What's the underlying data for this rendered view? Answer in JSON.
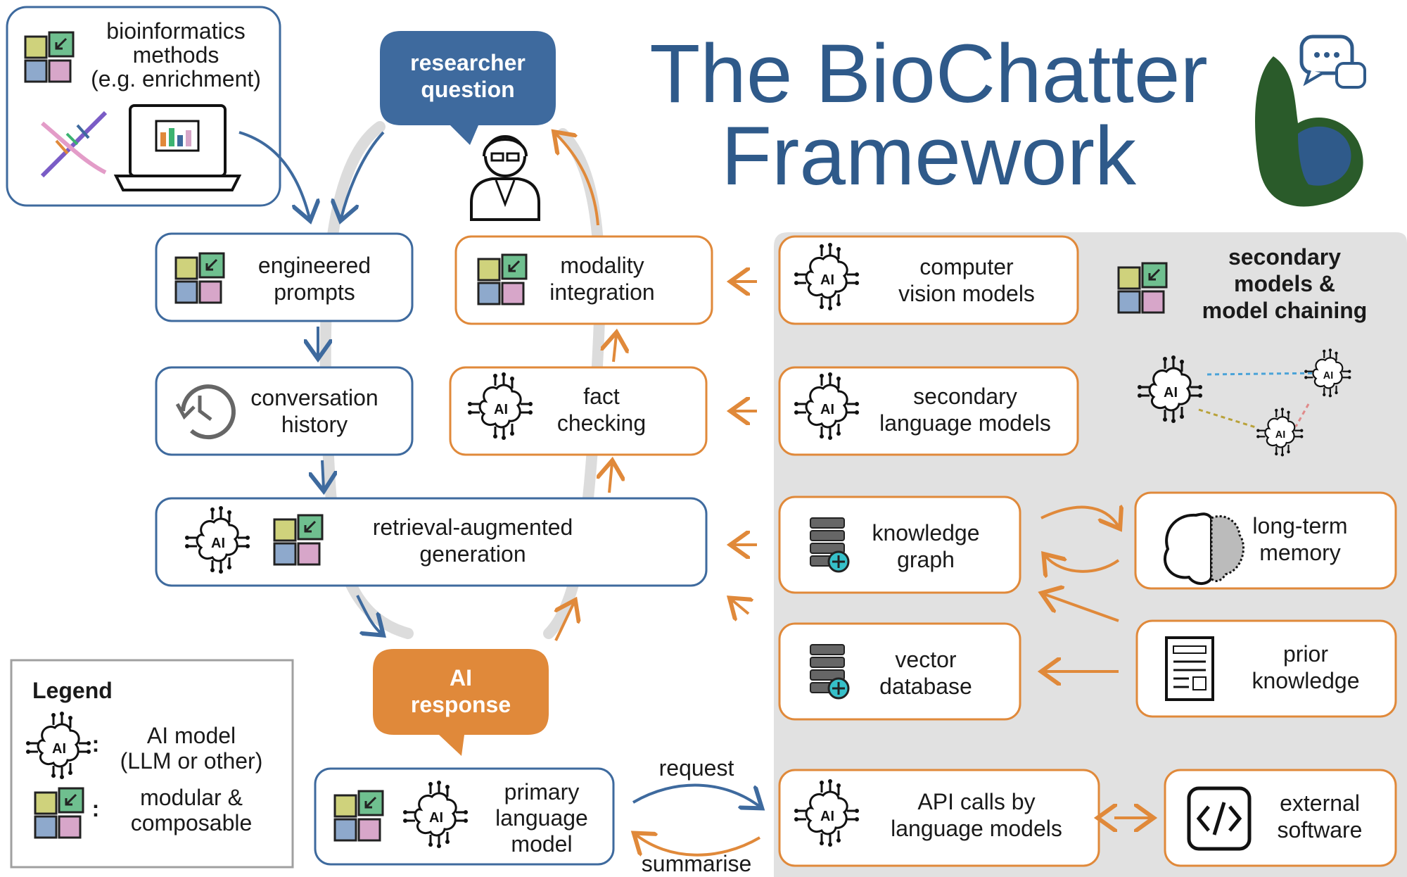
{
  "title": {
    "line1": "The BioChatter",
    "line2": "Framework"
  },
  "bubbles": {
    "researcher_question": [
      "researcher",
      "question"
    ],
    "ai_response": [
      "AI",
      "response"
    ]
  },
  "boxes": {
    "bioinformatics": [
      "bioinformatics",
      "methods",
      "(e.g. enrichment)"
    ],
    "engineered_prompts": [
      "engineered",
      "prompts"
    ],
    "conversation_history": [
      "conversation",
      "history"
    ],
    "rag": [
      "retrieval-augmented",
      "generation"
    ],
    "modality_integration": [
      "modality",
      "integration"
    ],
    "fact_checking": [
      "fact",
      "checking"
    ],
    "primary_lm": [
      "primary",
      "language",
      "model"
    ],
    "computer_vision": [
      "computer",
      "vision models"
    ],
    "secondary_lm": [
      "secondary",
      "language models"
    ],
    "knowledge_graph": [
      "knowledge",
      "graph"
    ],
    "vector_database": [
      "vector",
      "database"
    ],
    "long_term_memory": [
      "long-term",
      "memory"
    ],
    "prior_knowledge": [
      "prior",
      "knowledge"
    ],
    "api_calls": [
      "API calls by",
      "language models"
    ],
    "external_software": [
      "external",
      "software"
    ]
  },
  "secondary_header": [
    "secondary",
    "models &",
    "model chaining"
  ],
  "flow_labels": {
    "request": "request",
    "summarise": "summarise"
  },
  "legend": {
    "title": "Legend",
    "ai_model": [
      "AI model",
      "(LLM or other)"
    ],
    "modular": [
      "modular &",
      "composable"
    ],
    "colon": ":"
  },
  "icon_text": {
    "ai_chip": "AI"
  },
  "colors": {
    "blue": "#3e6a9e",
    "orange": "#e0893a",
    "title_blue": "#2f5a8a",
    "panel_gray": "#e1e1e1",
    "module_yellow": "#cfd27c",
    "module_green": "#6fbf8f",
    "module_blue": "#8ea9cc",
    "module_pink": "#d7a6c9"
  }
}
